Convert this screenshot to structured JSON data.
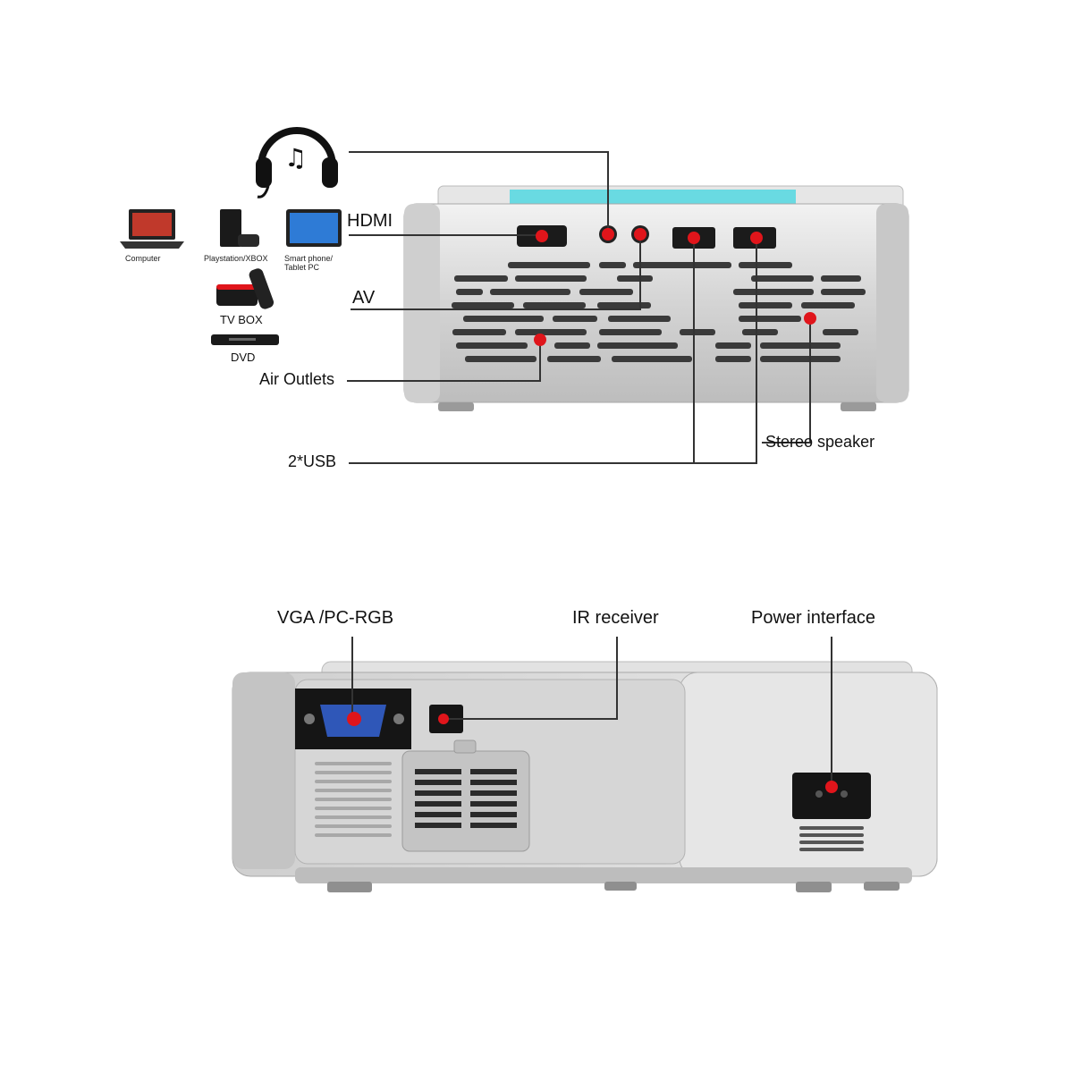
{
  "top_labels": {
    "hdmi": "HDMI",
    "av": "AV",
    "air_outlets": "Air Outlets",
    "usb": "2*USB",
    "stereo_speaker": "Stereo speaker"
  },
  "devices": {
    "computer": "Computer",
    "ps_box": "Playstation/XBOX",
    "smartphone": "Smart phone/ Tablet PC",
    "tv_box": "TV BOX",
    "dvd": "DVD"
  },
  "bottom_labels": {
    "vga": "VGA /PC-RGB",
    "ir": "IR receiver",
    "power": "Power interface"
  },
  "icons": [
    "headphones-icon",
    "laptop-icon",
    "game-console-icon",
    "tablet-icon",
    "tv-box-icon",
    "dvd-player-icon"
  ],
  "colors": {
    "marker": "#e0151b",
    "body": "#d9d9d9",
    "screen_glow": "#3fd6e0",
    "leader": "#333333"
  }
}
